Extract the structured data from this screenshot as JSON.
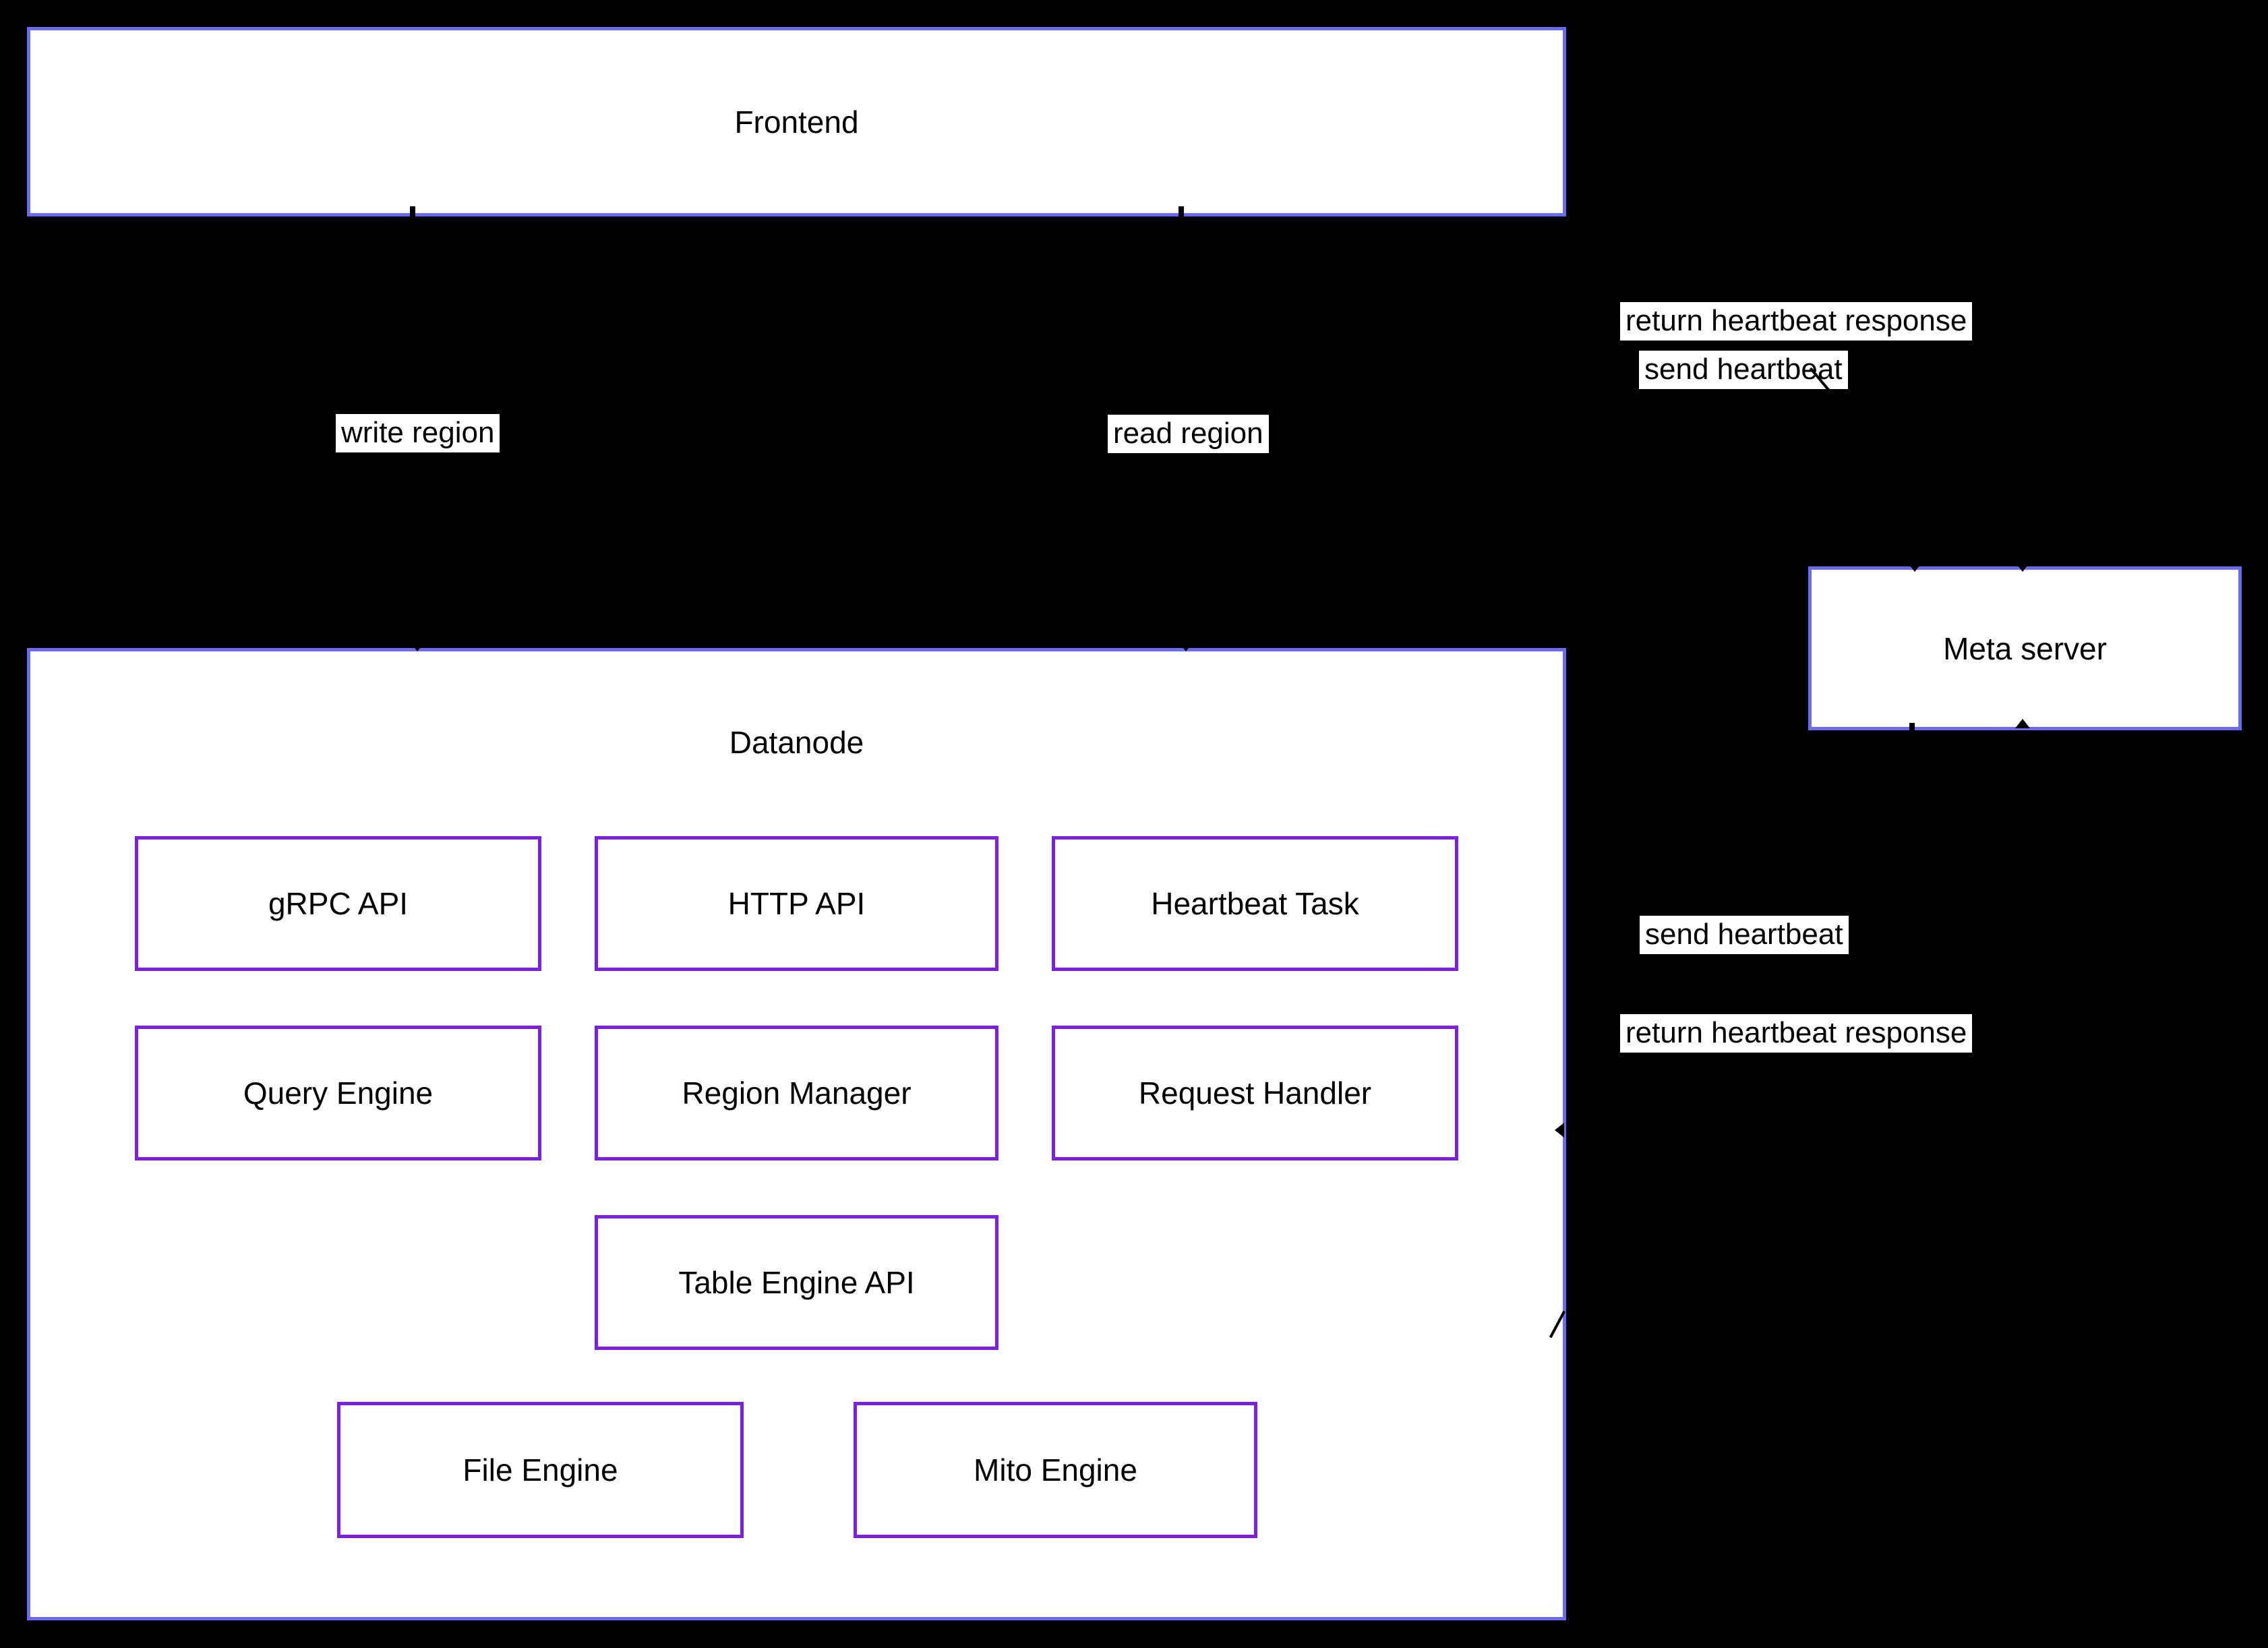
{
  "diagram": {
    "background_color": "#000000",
    "node_border_color": "#6c6cf3",
    "component_border_color": "#7c1fe0",
    "node_fill_color": "#ffffff",
    "text_color": "#000000"
  },
  "frontend": {
    "label": "Frontend"
  },
  "datanode": {
    "label": "Datanode"
  },
  "meta_server": {
    "label": "Meta server"
  },
  "components": [
    {
      "label": "gRPC API"
    },
    {
      "label": "HTTP API"
    },
    {
      "label": "Heartbeat Task"
    },
    {
      "label": "Query Engine"
    },
    {
      "label": "Region Manager"
    },
    {
      "label": "Request Handler"
    },
    {
      "label": "Table Engine API"
    },
    {
      "label": "File Engine"
    },
    {
      "label": "Mito Engine"
    }
  ],
  "edge_labels": {
    "write_region": "write region",
    "read_region": "read region",
    "send_heartbeat_frontend": "send heartbeat",
    "return_heartbeat_response_frontend": "return heartbeat response",
    "send_heartbeat_datanode": "send heartbeat",
    "return_heartbeat_response_datanode": "return heartbeat response"
  }
}
